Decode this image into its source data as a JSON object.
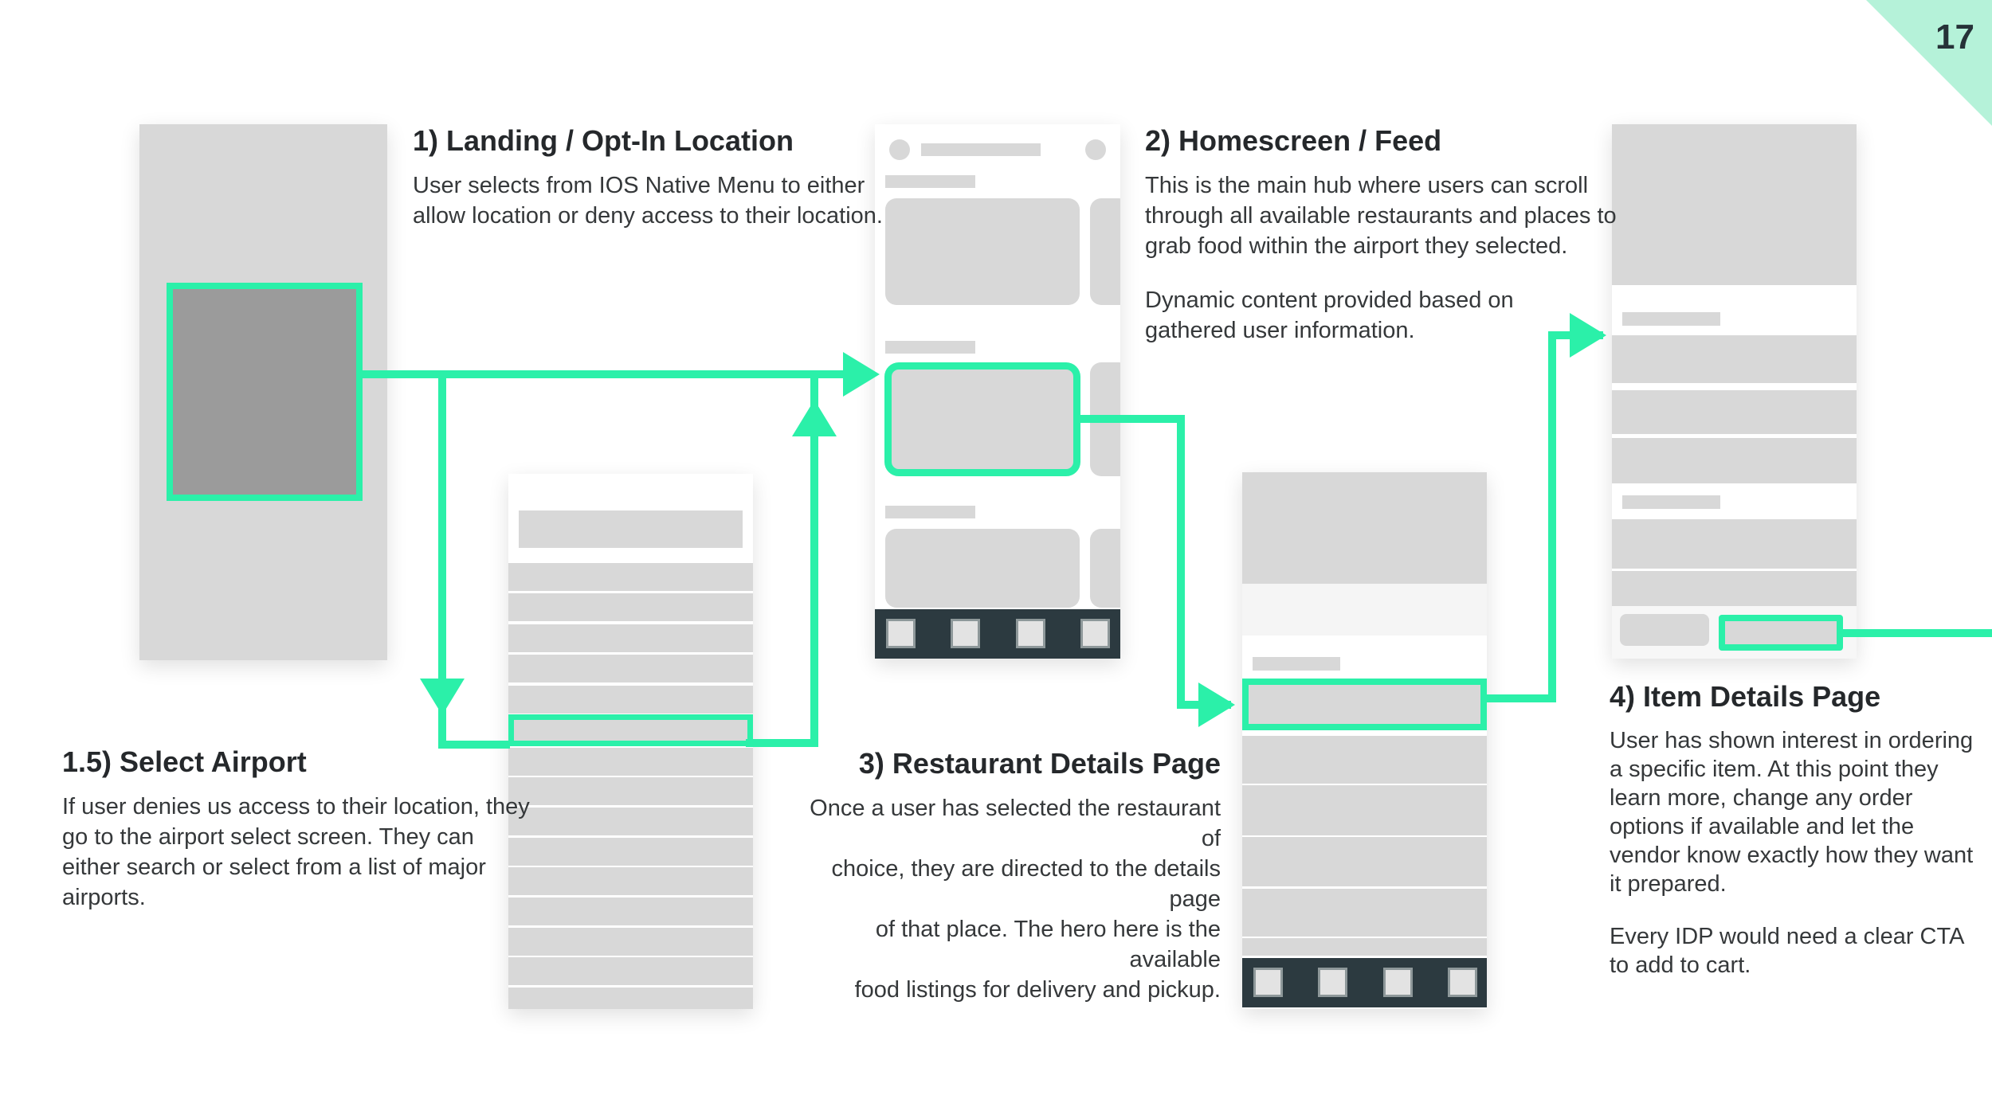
{
  "page": {
    "number": "17"
  },
  "colors": {
    "accent": "#2bf0a9",
    "corner": "#b5f2d9",
    "wire_gray": "#d8d8d8",
    "wire_gray_dark": "#9b9b9b",
    "band_light": "#f5f5f5",
    "band_lighter": "#f7f7f7",
    "tabbar": "#2c3a40",
    "square_fill": "#e3e3e3",
    "square_border": "#8e989a",
    "text": "#35383a",
    "heading": "#25282b",
    "page_num": "#263238"
  },
  "annotations": {
    "landing": {
      "heading": "1) Landing / Opt-In Location",
      "body": "User selects from IOS Native Menu to either\nallow location or deny access to their location."
    },
    "homescreen": {
      "heading": "2) Homescreen / Feed",
      "body1": "This is the main hub where users can scroll\nthrough all available restaurants and places to\ngrab food within the airport they selected.",
      "body2": "Dynamic content provided based on\ngathered user information."
    },
    "select_airport": {
      "heading": "1.5) Select Airport",
      "body": "If user denies us access to their location, they\ngo to the airport select screen. They can\neither search or select from a list of major\nairports."
    },
    "restaurant": {
      "heading": "3) Restaurant Details Page",
      "body": "Once a user has selected the restaurant of\nchoice, they are directed to the details page\nof that place. The hero here is the available\nfood listings for delivery and pickup."
    },
    "item_details": {
      "heading": "4) Item Details Page",
      "body1": "User has shown interest in ordering\na specific item. At this point they\nlearn more, change any order\noptions if available and let the\nvendor know exactly how they want\nit prepared.",
      "body2": "Every IDP would need a clear CTA\nto add to cart."
    }
  }
}
